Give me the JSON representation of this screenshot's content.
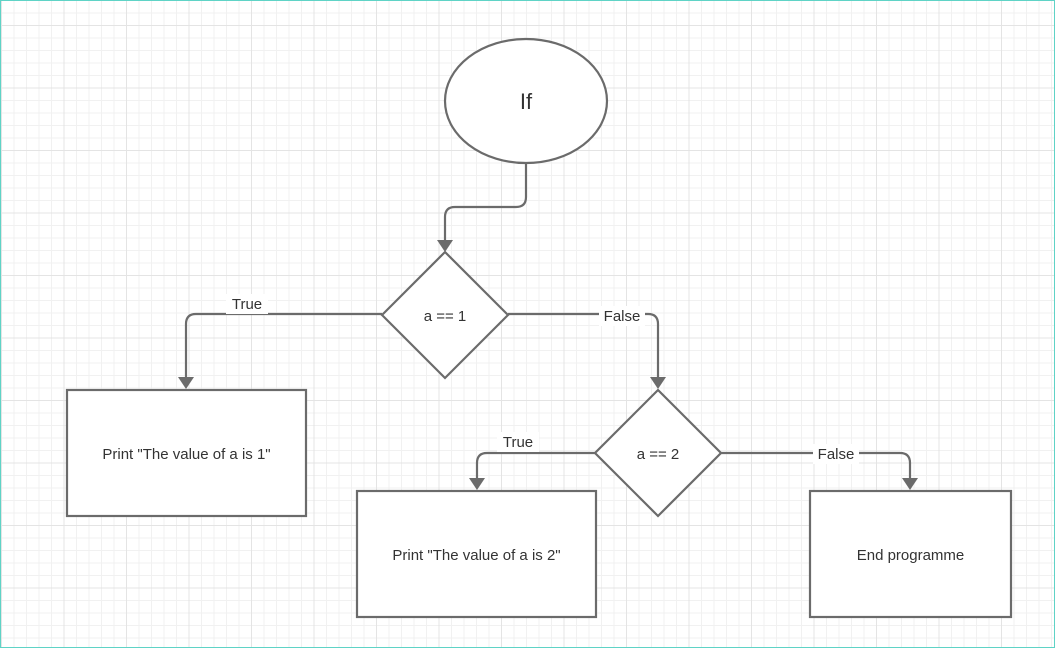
{
  "nodes": {
    "start": {
      "label": "If",
      "shape": "ellipse"
    },
    "decision1": {
      "label": "a == 1",
      "shape": "diamond"
    },
    "decision2": {
      "label": "a == 2",
      "shape": "diamond"
    },
    "print1": {
      "label": "Print \"The value of a is 1\"",
      "shape": "rectangle"
    },
    "print2": {
      "label": "Print \"The value of a is 2\"",
      "shape": "rectangle"
    },
    "end": {
      "label": "End programme",
      "shape": "rectangle"
    }
  },
  "edges": {
    "start_to_d1": {
      "label": ""
    },
    "d1_true": {
      "label": "True"
    },
    "d1_false": {
      "label": "False"
    },
    "d2_true": {
      "label": "True"
    },
    "d2_false": {
      "label": "False"
    }
  },
  "colors": {
    "stroke": "#6b6b6b",
    "text": "#333333",
    "frame": "#5fd3c6",
    "grid": "#e4e4e4"
  }
}
